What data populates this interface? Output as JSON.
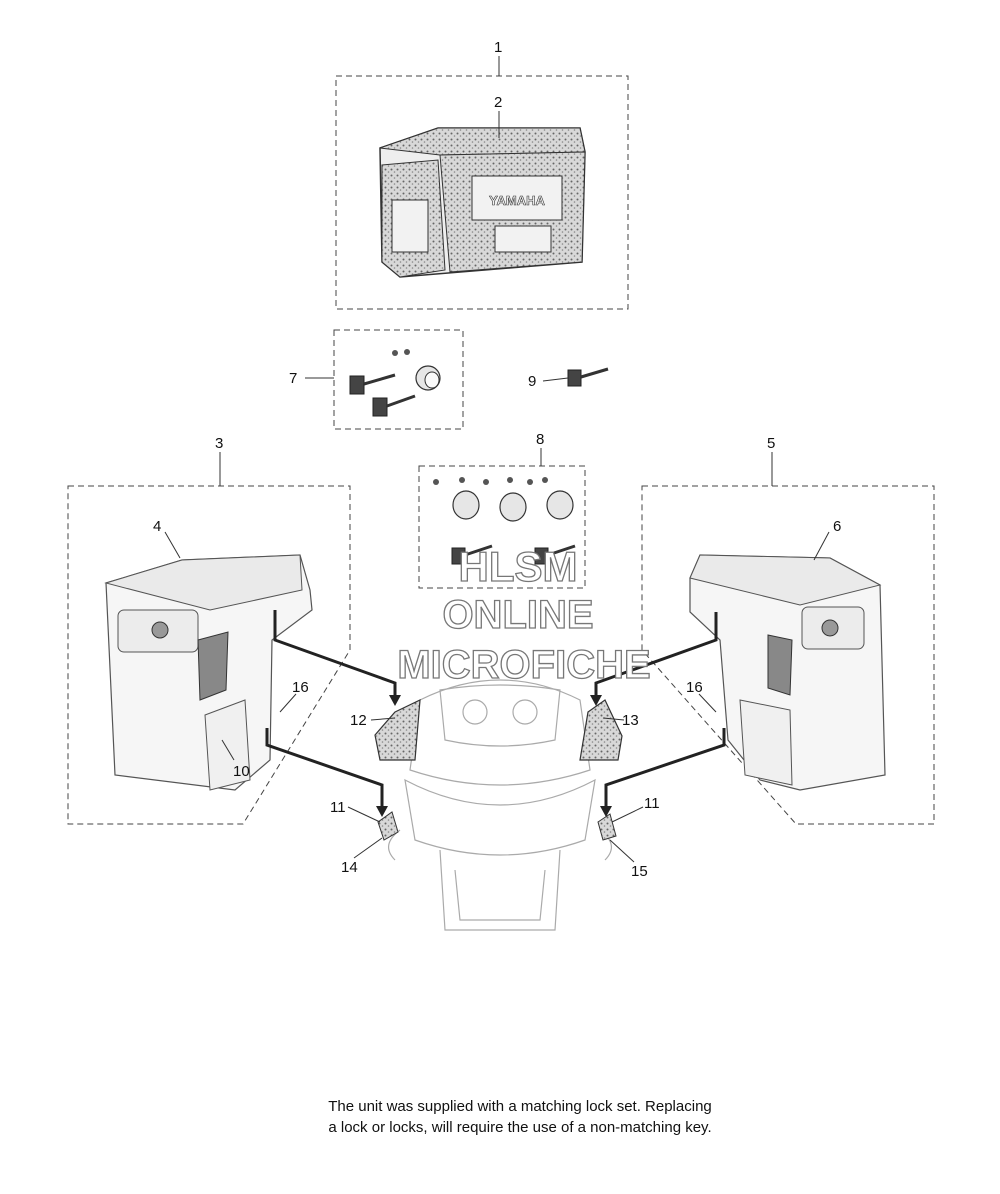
{
  "callouts": {
    "c1": "1",
    "c2": "2",
    "c3": "3",
    "c4": "4",
    "c5": "5",
    "c6": "6",
    "c7": "7",
    "c8": "8",
    "c9": "9",
    "c10": "10",
    "c11a": "11",
    "c11b": "11",
    "c12": "12",
    "c13": "13",
    "c14": "14",
    "c15": "15",
    "c16a": "16",
    "c16b": "16"
  },
  "top_case": {
    "brand": "YAMAHA"
  },
  "watermark": {
    "line1": "HLSM",
    "line2": "ONLINE",
    "line3": "MICROFICHE"
  },
  "note": {
    "line1": "The unit was supplied with a matching lock set. Replacing",
    "line2": "a lock or locks, will require the use of a non-matching key."
  }
}
